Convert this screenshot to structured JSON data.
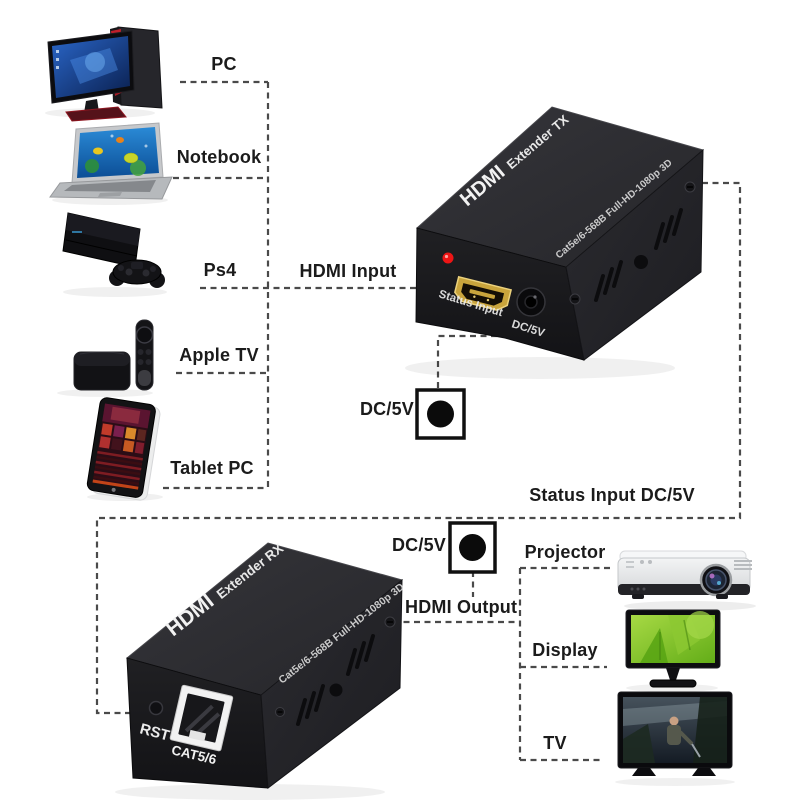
{
  "diagram": {
    "sources": [
      {
        "label": "PC"
      },
      {
        "label": "Notebook"
      },
      {
        "label": "Ps4"
      },
      {
        "label": "Apple TV"
      },
      {
        "label": "Tablet PC"
      }
    ],
    "outputs": [
      {
        "label": "Projector"
      },
      {
        "label": "Display"
      },
      {
        "label": "TV"
      }
    ],
    "annotations": {
      "hdmi_input": "HDMI Input",
      "dc_power_top": "DC/5V",
      "status_line": "Status Input DC/5V",
      "dc_power_bottom": "DC/5V",
      "hdmi_output": "HDMI Output"
    },
    "tx_unit": {
      "brand": "HDMI",
      "model": "Extender TX",
      "spec": "Cat5e/6-568B Full-HD-1080p 3D",
      "port_label": "Status Input",
      "dc_label": "DC/5V"
    },
    "rx_unit": {
      "brand": "HDMI",
      "model": "Extender RX",
      "spec": "Cat5e/6-568B Full-HD-1080p 3D",
      "reset_label": "RST",
      "port_label": "CAT5/6"
    },
    "colors": {
      "connector": "#4a4a4a",
      "box_top": "#2c2c30",
      "box_front": "#1a1a1d",
      "box_side": "#242428",
      "led": "#ee1515",
      "hdmi_gold": "#c9a43c"
    }
  }
}
